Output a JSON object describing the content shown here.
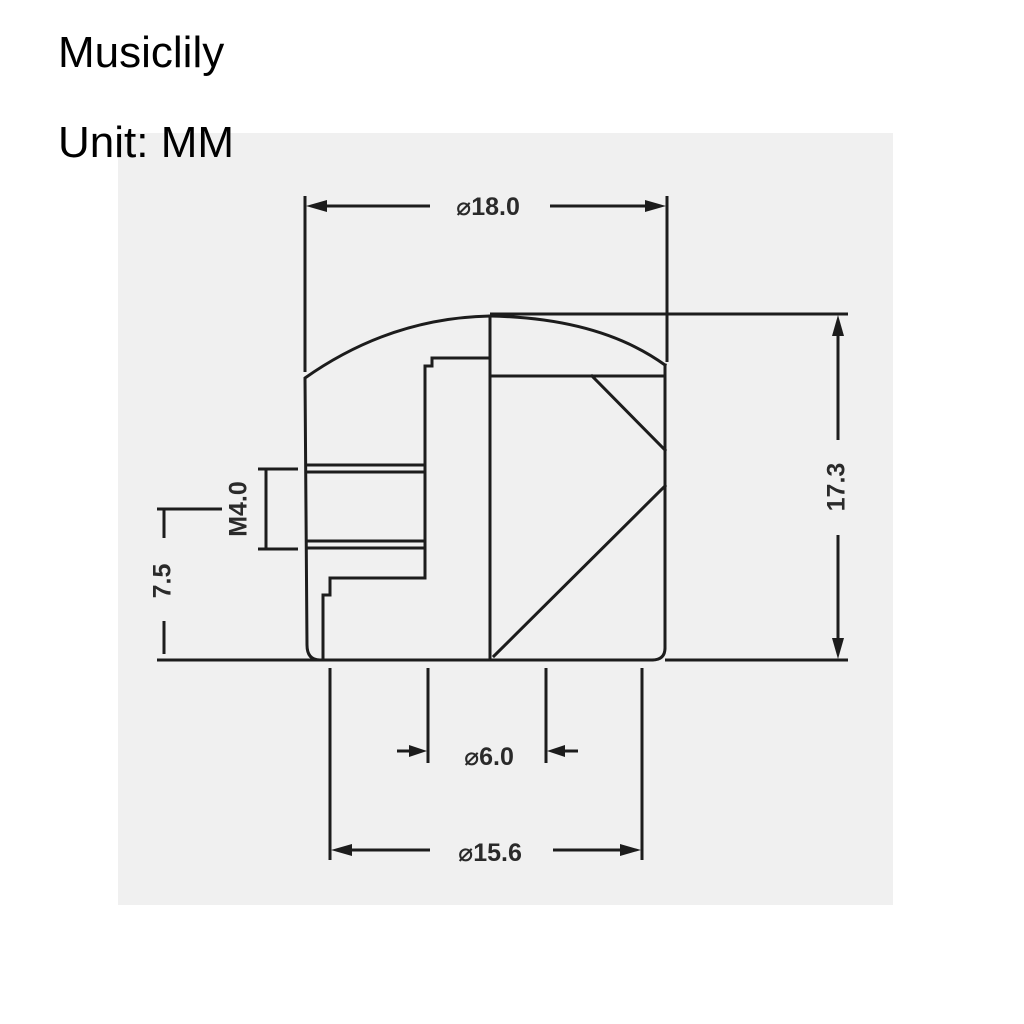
{
  "header": {
    "brand": "Musiclily",
    "unit_label": "Unit: MM"
  },
  "drawing": {
    "dim_top_diameter": "⌀18.0",
    "dim_height": "17.3",
    "dim_thread": "M4.0",
    "dim_screw_height": "7.5",
    "dim_shaft_diameter": "⌀6.0",
    "dim_base_diameter": "⌀15.6"
  },
  "colors": {
    "panel_background": "#f0f0f0",
    "line": "#1c1c1c"
  }
}
